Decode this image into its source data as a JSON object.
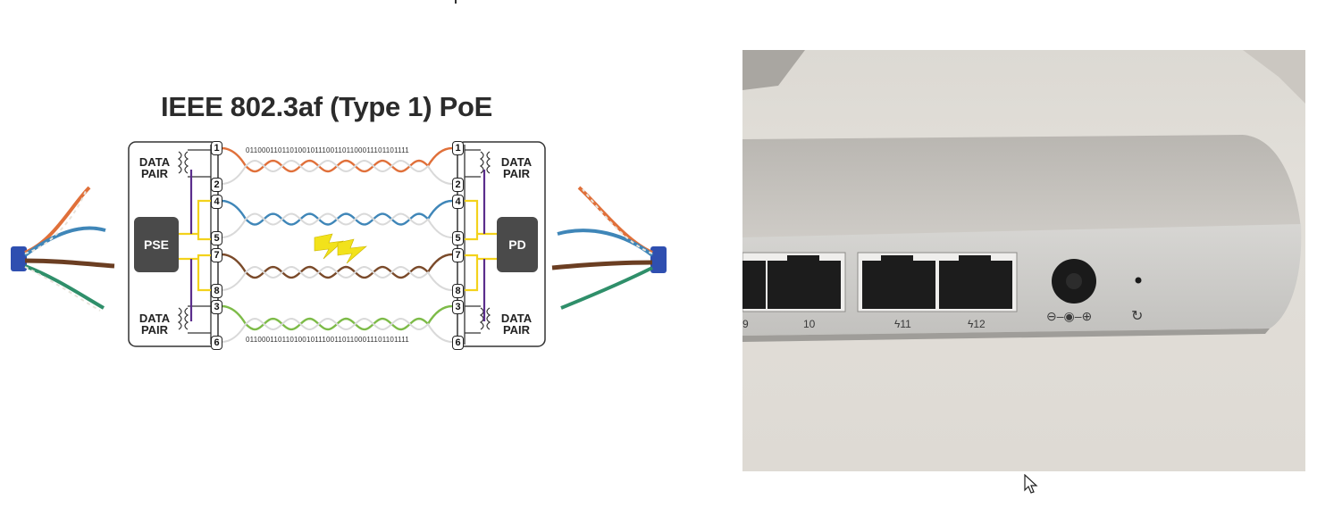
{
  "diagram": {
    "title": "IEEE 802.3af (Type 1) PoE",
    "left_box": {
      "top_label_1": "DATA",
      "top_label_2": "PAIR",
      "center_label": "PSE",
      "bottom_label_1": "DATA",
      "bottom_label_2": "PAIR"
    },
    "right_box": {
      "top_label_1": "DATA",
      "top_label_2": "PAIR",
      "center_label": "PD",
      "bottom_label_1": "DATA",
      "bottom_label_2": "PAIR"
    },
    "left_pins": [
      "1",
      "2",
      "4",
      "5",
      "7",
      "8",
      "3",
      "6"
    ],
    "right_pins": [
      "1",
      "2",
      "4",
      "5",
      "7",
      "8",
      "3",
      "6"
    ],
    "bits_top": "01100011011010010111001101100011101101111",
    "bits_bottom": "01100011011010010111001101100011101101111",
    "colors": {
      "orange_pair": "#e0703a",
      "blue_pair": "#3f86b8",
      "brown_pair": "#7a4a2a",
      "green_pair": "#7dbb48",
      "box_fill": "#4a4a4a",
      "power_wire": "#f3d21c",
      "ground_wire": "#5b2d8c",
      "bolt": "#f2e21b"
    }
  },
  "photo": {
    "port_labels": [
      "9",
      "10",
      "ϟ11",
      "ϟ12"
    ],
    "power_symbol": "⊖–◉–⊕",
    "reset_symbol": "↻"
  }
}
